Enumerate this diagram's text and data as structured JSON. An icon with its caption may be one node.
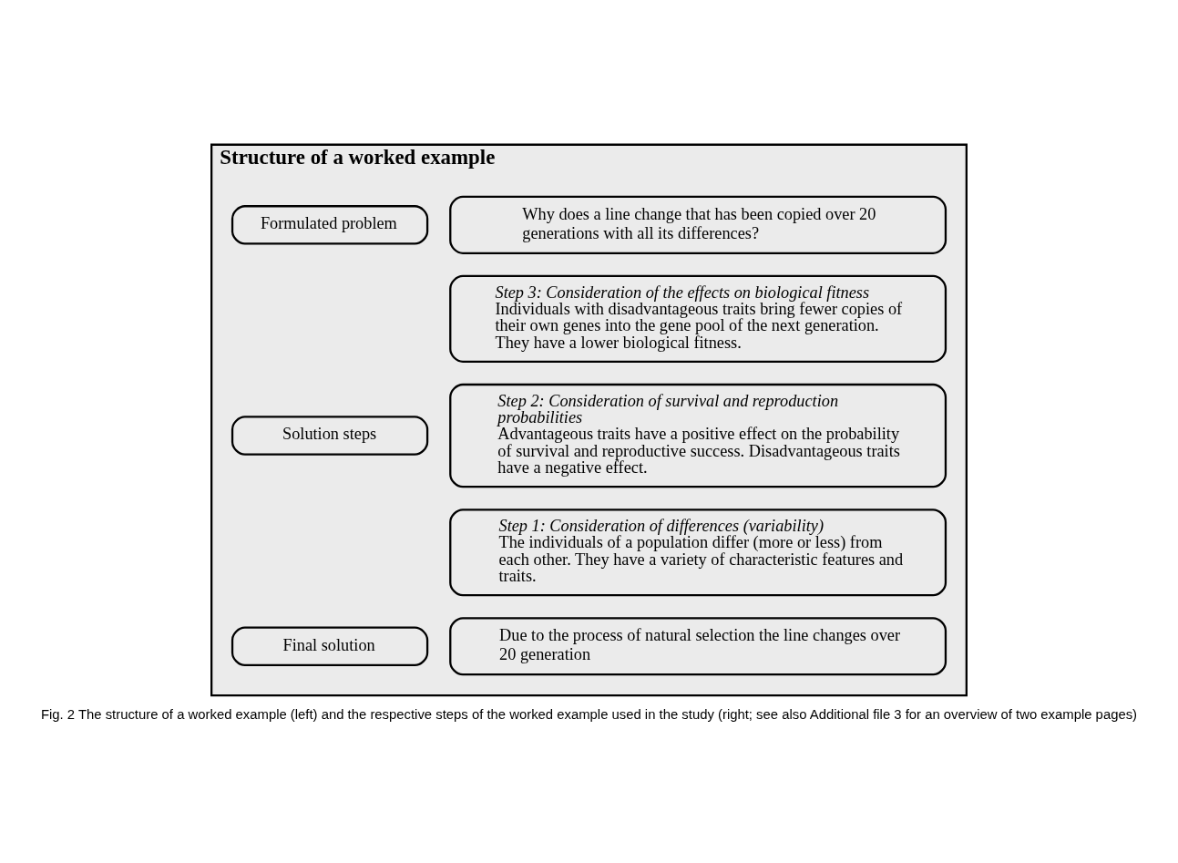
{
  "diagram": {
    "caption": "Fig. 2 The structure of a worked example (left) and the respective steps of the worked example used in the study (right; see also Additional file 3 for an overview of two example pages)",
    "nodes": [
      {
        "text": [
          "Structure of a worked example"
        ]
      },
      {
        "text": [
          "Formulated problem"
        ],
        "in": 0
      },
      {
        "text": [
          "Why does a line change that has been copied over 20 generations with all its differences?"
        ],
        "in": 0
      },
      {
        "text": [
          "Solution steps"
        ],
        "in": 0
      },
      {
        "text": [
          "Step 1: Consideration of differences (variability)",
          "The individuals of a population differ (more or less) from each other. They have a variety of characteristic features and traits."
        ],
        "in": 0
      },
      {
        "text": [
          "Step 2: Consideration of survival and reproduction probabilities",
          "Advantageous traits have a positive effect on the probability of survival and reproductive success. Disadvantageous traits have a negative effect."
        ],
        "in": 0
      },
      {
        "text": [
          "Step 3: Consideration of the effects on biological fitness",
          "Individuals with disadvantageous traits bring fewer copies of their own genes into the gene pool of the next generation. They have a lower biological fitness."
        ],
        "in": 0
      },
      {
        "text": [
          "Final solution"
        ],
        "in": 0
      },
      {
        "text": [
          "Due to the process of natural selection the line changes over 20 generation"
        ],
        "in": 0
      }
    ]
  }
}
